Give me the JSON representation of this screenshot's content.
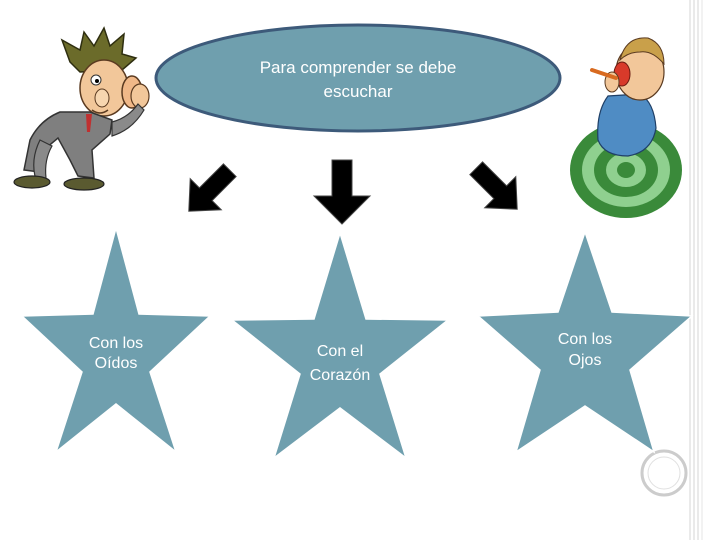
{
  "title_oval": {
    "line1": "Para comprender se debe",
    "line2": "escuchar"
  },
  "stars": [
    {
      "line1": "Con los",
      "line2": "Oídos"
    },
    {
      "line1": "Con el",
      "line2": "Corazón"
    },
    {
      "line1": "Con los",
      "line2": "Ojos"
    }
  ],
  "colors": {
    "shape_fill": "#6f9fae",
    "oval_stroke": "#3d5a7a",
    "arrow": "#000000",
    "slide_border": "#d0d0d0",
    "target_green": "#3a8a3a",
    "target_light": "#8fd08f"
  },
  "icons": [
    "listening-man-icon",
    "ear-listener-target-icon"
  ]
}
